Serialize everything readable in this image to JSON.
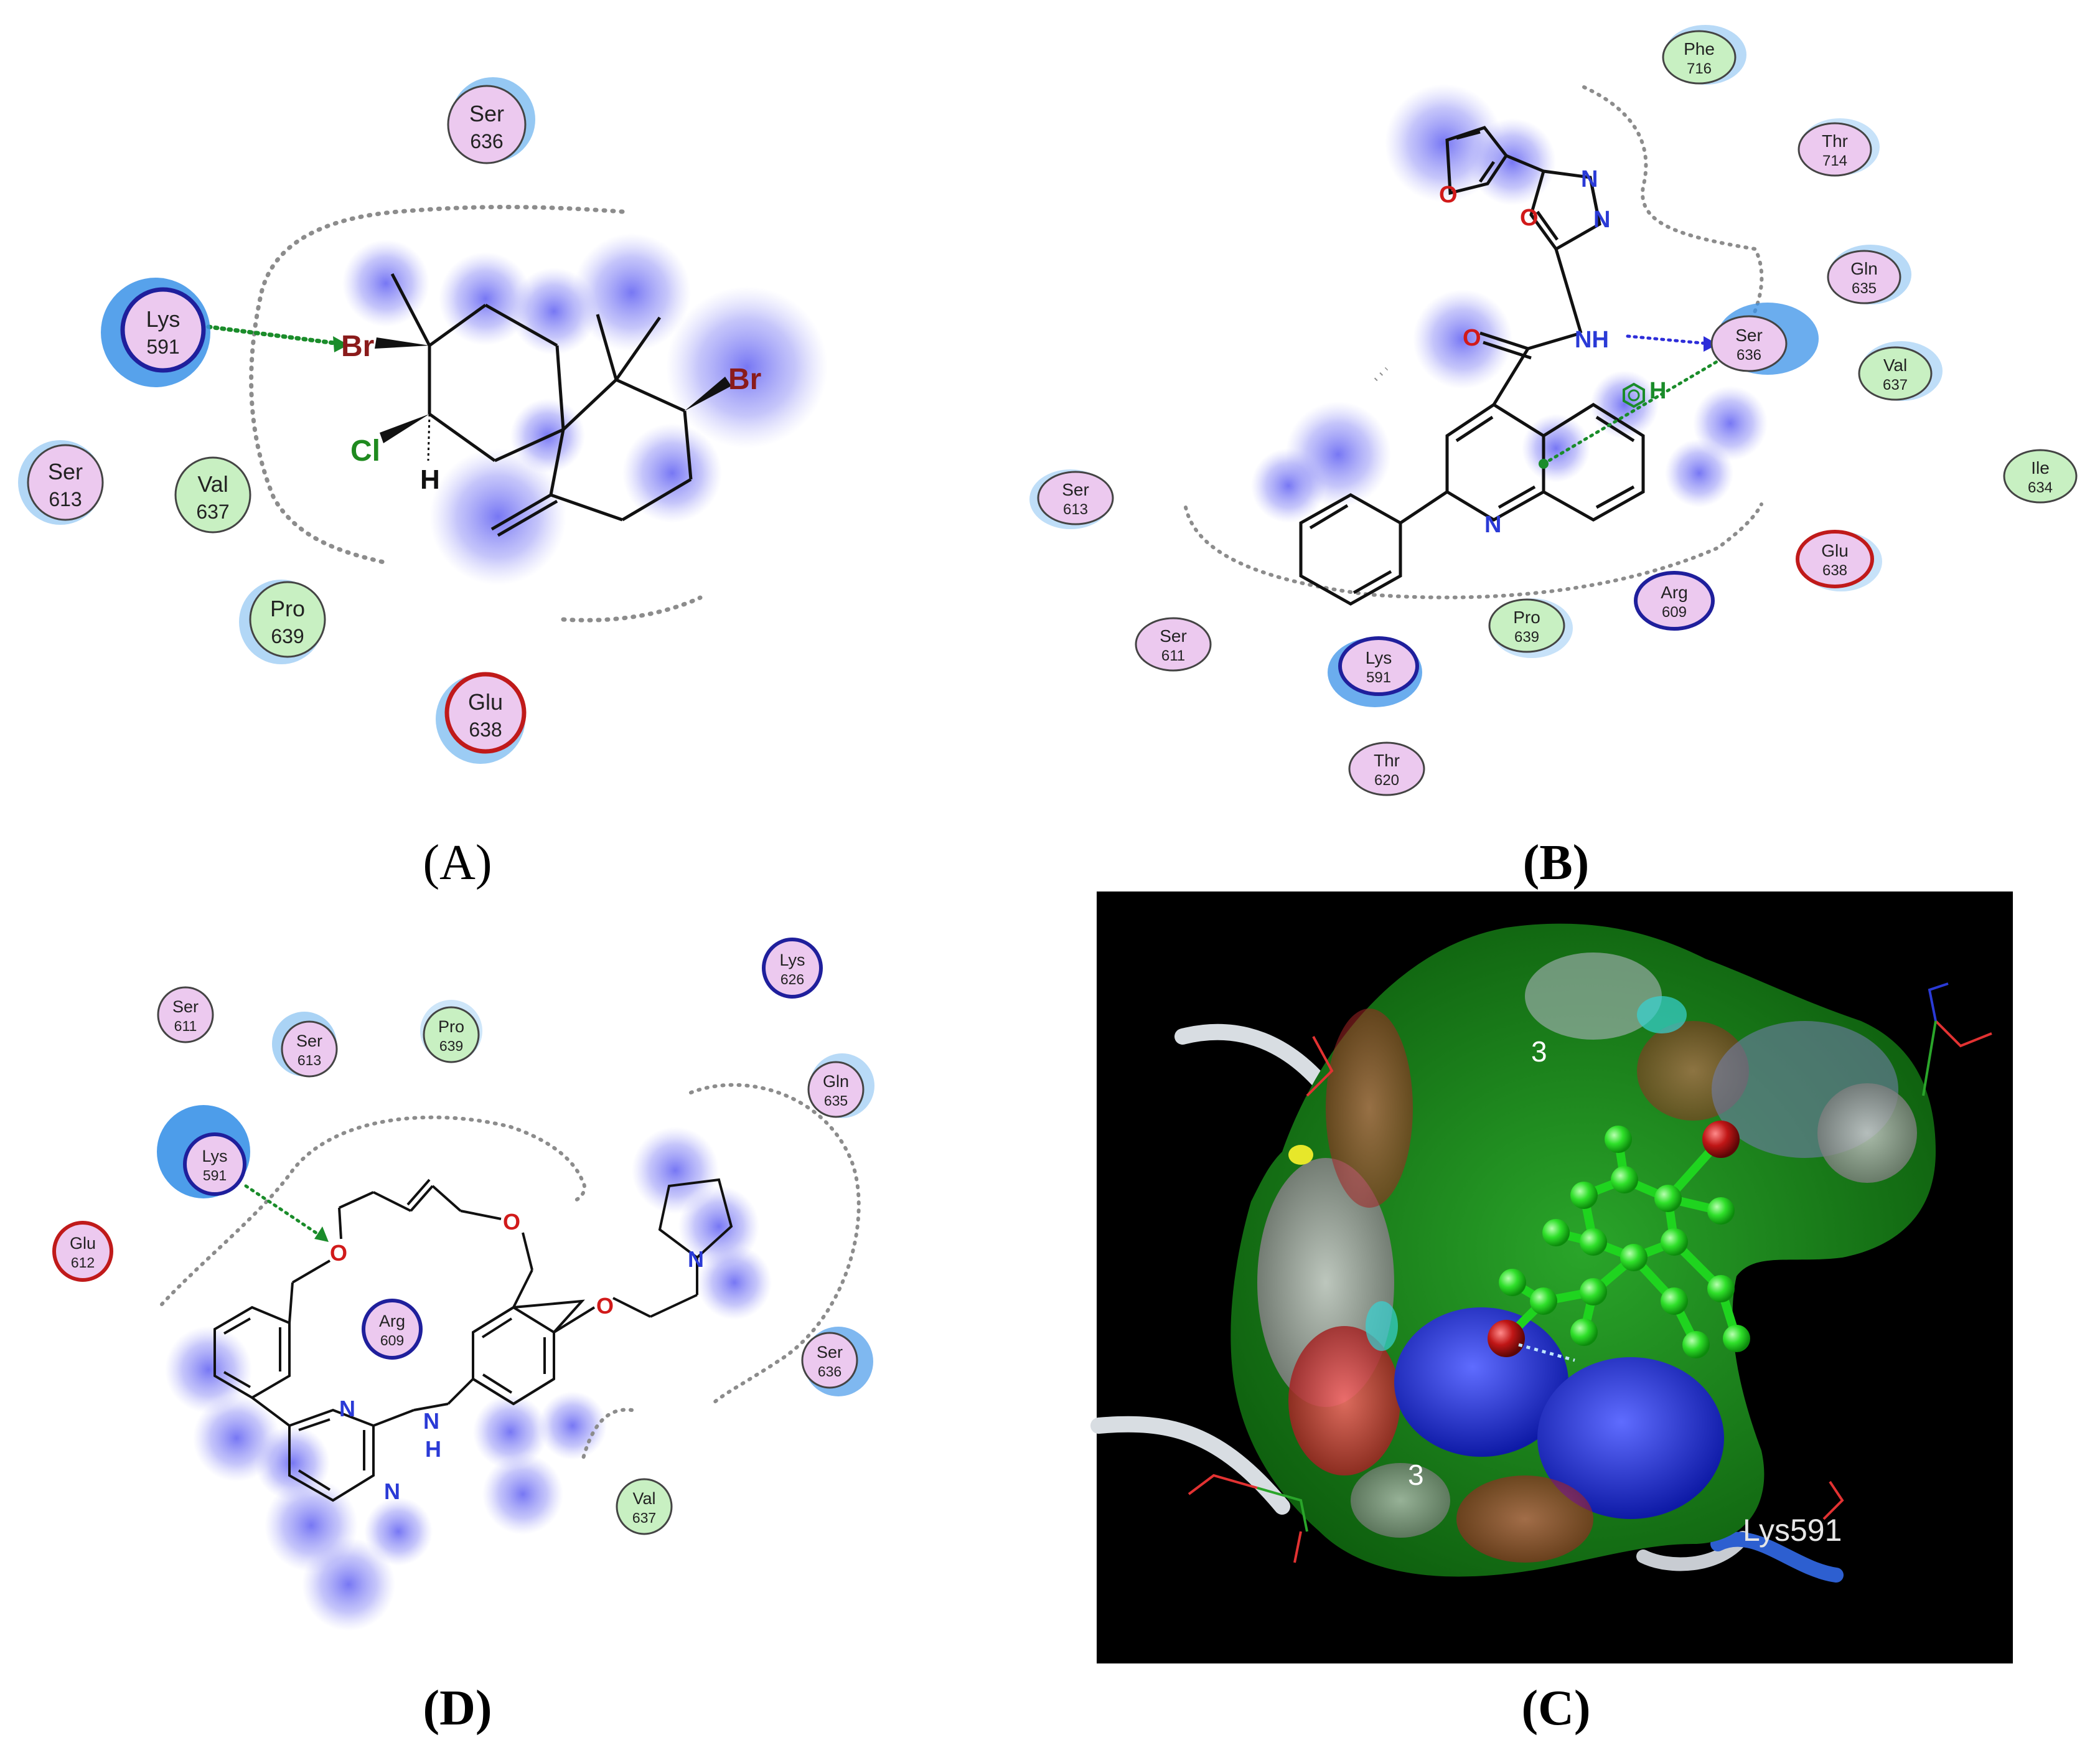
{
  "colors": {
    "polar": "#ecc9ef",
    "hydrophobic": "#c8f0c2",
    "basic_ring": "#1f1f9c",
    "acidic_ring": "#c01a1a",
    "exposure_halo": "#72b6ef",
    "ligand_halo": "#6c6cf2",
    "hbond_green": "#1a8c2a",
    "hbond_blue": "#2d2dd9",
    "bromine": "#8a1b1b",
    "chlorine": "#1f8a1f",
    "oxygen": "#d11a1a",
    "nitrogen": "#2a3ad6",
    "panel_c_bg": "#000000"
  },
  "panels": {
    "A": {
      "caption": "(A)",
      "residues": [
        {
          "name": "Ser",
          "num": "636",
          "type": "polar"
        },
        {
          "name": "Lys",
          "num": "591",
          "type": "basic"
        },
        {
          "name": "Ser",
          "num": "613",
          "type": "polar"
        },
        {
          "name": "Val",
          "num": "637",
          "type": "hydrophobic"
        },
        {
          "name": "Pro",
          "num": "639",
          "type": "hydrophobic"
        },
        {
          "name": "Glu",
          "num": "638",
          "type": "acidic"
        }
      ],
      "atoms": {
        "br1": "Br",
        "br2": "Br",
        "cl": "Cl",
        "h": "H"
      }
    },
    "B": {
      "caption": "(B)",
      "residues": [
        {
          "name": "Phe",
          "num": "716",
          "type": "hydrophobic"
        },
        {
          "name": "Thr",
          "num": "714",
          "type": "polar"
        },
        {
          "name": "Gln",
          "num": "635",
          "type": "polar"
        },
        {
          "name": "Ser",
          "num": "636",
          "type": "polar"
        },
        {
          "name": "Val",
          "num": "637",
          "type": "hydrophobic"
        },
        {
          "name": "Ile",
          "num": "634",
          "type": "hydrophobic"
        },
        {
          "name": "Glu",
          "num": "638",
          "type": "acidic"
        },
        {
          "name": "Arg",
          "num": "609",
          "type": "basic"
        },
        {
          "name": "Pro",
          "num": "639",
          "type": "hydrophobic"
        },
        {
          "name": "Lys",
          "num": "591",
          "type": "basic"
        },
        {
          "name": "Ser",
          "num": "611",
          "type": "polar"
        },
        {
          "name": "Ser",
          "num": "613",
          "type": "polar"
        },
        {
          "name": "Thr",
          "num": "620",
          "type": "polar"
        }
      ],
      "atoms": {
        "o_furan": "O",
        "o_oxadiazole": "O",
        "n1": "N",
        "n2": "N",
        "nh": "NH",
        "o_carbonyl": "O",
        "n_quin": "N",
        "h_pi": "H"
      }
    },
    "C": {
      "caption": "(C)",
      "label_lys": "Lys591",
      "label_fragment_1": "3",
      "label_fragment_2": "3"
    },
    "D": {
      "caption": "(D)",
      "residues": [
        {
          "name": "Ser",
          "num": "611",
          "type": "polar"
        },
        {
          "name": "Ser",
          "num": "613",
          "type": "polar"
        },
        {
          "name": "Pro",
          "num": "639",
          "type": "hydrophobic"
        },
        {
          "name": "Lys",
          "num": "626",
          "type": "basic"
        },
        {
          "name": "Gln",
          "num": "635",
          "type": "polar"
        },
        {
          "name": "Lys",
          "num": "591",
          "type": "basic"
        },
        {
          "name": "Glu",
          "num": "612",
          "type": "acidic"
        },
        {
          "name": "Arg",
          "num": "609",
          "type": "basic"
        },
        {
          "name": "Ser",
          "num": "636",
          "type": "polar"
        },
        {
          "name": "Val",
          "num": "637",
          "type": "hydrophobic"
        }
      ],
      "atoms": {
        "o1": "O",
        "o2": "O",
        "o3": "O",
        "n_pyr": "N",
        "n_a": "N",
        "n_b": "N",
        "nh": "N",
        "h": "H"
      }
    }
  }
}
